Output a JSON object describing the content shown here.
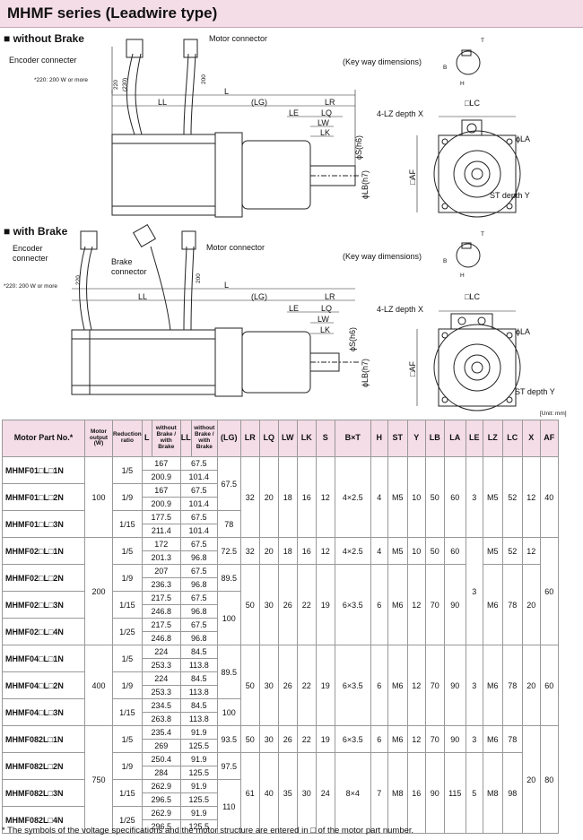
{
  "title": "MHMF series (Leadwire type)",
  "sec_nobrake": "without Brake",
  "sec_brake": "with Brake",
  "lbl": {
    "encoder": "Encoder connecter",
    "encoder1": "Encoder",
    "encoder2": "connecter",
    "motor_conn": "Motor connector",
    "brake1": "Brake",
    "brake2": "connector",
    "keyway": "(Key way dimensions)",
    "note220": "*220: 200 W or more",
    "LL": "LL",
    "LG": "(LG)",
    "LR": "LR",
    "L": "L",
    "LE": "LE",
    "LQ": "LQ",
    "LW": "LW",
    "LK": "LK",
    "S": "ϕS(h6)",
    "LB": "ϕLB(h7)",
    "AF": "□AF",
    "LC": "□LC",
    "LA": "ϕLA",
    "LZ": "4-LZ depth X",
    "ST": "ST depth Y",
    "T": "T",
    "H": "H",
    "B": "B",
    "d220": "220",
    "d230": "(230)",
    "d200": "200"
  },
  "unit": "[Unit: mm]",
  "table": {
    "headers": [
      {
        "k": "part",
        "t": "Motor Part No.*"
      },
      {
        "k": "out",
        "t": "Motor output (W)"
      },
      {
        "k": "ratio",
        "t": "Reduction ratio"
      },
      {
        "k": "L",
        "t": "L"
      },
      {
        "k": "Lsub",
        "t": "without Brake / with Brake"
      },
      {
        "k": "LL",
        "t": "LL"
      },
      {
        "k": "LLsub",
        "t": "without Brake / with Brake"
      },
      {
        "k": "LG",
        "t": "(LG)"
      },
      {
        "k": "LR",
        "t": "LR"
      },
      {
        "k": "LQ",
        "t": "LQ"
      },
      {
        "k": "LW",
        "t": "LW"
      },
      {
        "k": "LK",
        "t": "LK"
      },
      {
        "k": "S",
        "t": "S"
      },
      {
        "k": "BxT",
        "t": "B×T"
      },
      {
        "k": "H",
        "t": "H"
      },
      {
        "k": "ST",
        "t": "ST"
      },
      {
        "k": "Y",
        "t": "Y"
      },
      {
        "k": "LB",
        "t": "LB"
      },
      {
        "k": "LA",
        "t": "LA"
      },
      {
        "k": "LE",
        "t": "LE"
      },
      {
        "k": "LZ",
        "t": "LZ"
      },
      {
        "k": "LC",
        "t": "LC"
      },
      {
        "k": "X",
        "t": "X"
      },
      {
        "k": "AF",
        "t": "AF"
      }
    ],
    "rows": [
      {
        "part": "MHMF01□L□1N",
        "ratio": "1/5",
        "L": [
          "167",
          "200.9"
        ],
        "LL": [
          "67.5",
          "101.4"
        ]
      },
      {
        "part": "MHMF01□L□2N",
        "ratio": "1/9",
        "L": [
          "167",
          "200.9"
        ],
        "LL": [
          "67.5",
          "101.4"
        ]
      },
      {
        "part": "MHMF01□L□3N",
        "ratio": "1/15",
        "L": [
          "177.5",
          "211.4"
        ],
        "LL": [
          "67.5",
          "101.4"
        ]
      },
      {
        "part": "MHMF02□L□1N",
        "ratio": "1/5",
        "L": [
          "172",
          "201.3"
        ],
        "LL": [
          "67.5",
          "96.8"
        ]
      },
      {
        "part": "MHMF02□L□2N",
        "ratio": "1/9",
        "L": [
          "207",
          "236.3"
        ],
        "LL": [
          "67.5",
          "96.8"
        ]
      },
      {
        "part": "MHMF02□L□3N",
        "ratio": "1/15",
        "L": [
          "217.5",
          "246.8"
        ],
        "LL": [
          "67.5",
          "96.8"
        ]
      },
      {
        "part": "MHMF02□L□4N",
        "ratio": "1/25",
        "L": [
          "217.5",
          "246.8"
        ],
        "LL": [
          "67.5",
          "96.8"
        ]
      },
      {
        "part": "MHMF04□L□1N",
        "ratio": "1/5",
        "L": [
          "224",
          "253.3"
        ],
        "LL": [
          "84.5",
          "113.8"
        ]
      },
      {
        "part": "MHMF04□L□2N",
        "ratio": "1/9",
        "L": [
          "224",
          "253.3"
        ],
        "LL": [
          "84.5",
          "113.8"
        ]
      },
      {
        "part": "MHMF04□L□3N",
        "ratio": "1/15",
        "L": [
          "234.5",
          "263.8"
        ],
        "LL": [
          "84.5",
          "113.8"
        ]
      },
      {
        "part": "MHMF082L□1N",
        "ratio": "1/5",
        "L": [
          "235.4",
          "269"
        ],
        "LL": [
          "91.9",
          "125.5"
        ]
      },
      {
        "part": "MHMF082L□2N",
        "ratio": "1/9",
        "L": [
          "250.4",
          "284"
        ],
        "LL": [
          "91.9",
          "125.5"
        ]
      },
      {
        "part": "MHMF082L□3N",
        "ratio": "1/15",
        "L": [
          "262.9",
          "296.5"
        ],
        "LL": [
          "91.9",
          "125.5"
        ]
      },
      {
        "part": "MHMF082L□4N",
        "ratio": "1/25",
        "L": [
          "262.9",
          "296.5"
        ],
        "LL": [
          "91.9",
          "125.5"
        ]
      }
    ],
    "merged": {
      "out": [
        {
          "r": 0,
          "n": 3,
          "v": "100"
        },
        {
          "r": 3,
          "n": 4,
          "v": "200"
        },
        {
          "r": 7,
          "n": 3,
          "v": "400"
        },
        {
          "r": 10,
          "n": 4,
          "v": "750"
        }
      ],
      "LG": [
        {
          "r": 0,
          "n": 2,
          "v": "67.5"
        },
        {
          "r": 2,
          "n": 1,
          "v": "78"
        },
        {
          "r": 3,
          "n": 1,
          "v": "72.5"
        },
        {
          "r": 4,
          "n": 1,
          "v": "89.5"
        },
        {
          "r": 5,
          "n": 2,
          "v": "100"
        },
        {
          "r": 7,
          "n": 2,
          "v": "89.5"
        },
        {
          "r": 9,
          "n": 1,
          "v": "100"
        },
        {
          "r": 10,
          "n": 1,
          "v": "93.5"
        },
        {
          "r": 11,
          "n": 1,
          "v": "97.5"
        },
        {
          "r": 12,
          "n": 2,
          "v": "110"
        }
      ],
      "LR": [
        {
          "r": 0,
          "n": 3,
          "v": "32"
        },
        {
          "r": 3,
          "n": 1,
          "v": "32"
        },
        {
          "r": 4,
          "n": 3,
          "v": "50"
        },
        {
          "r": 7,
          "n": 3,
          "v": "50"
        },
        {
          "r": 10,
          "n": 1,
          "v": "50"
        },
        {
          "r": 11,
          "n": 3,
          "v": "61"
        }
      ],
      "LQ": [
        {
          "r": 0,
          "n": 3,
          "v": "20"
        },
        {
          "r": 3,
          "n": 1,
          "v": "20"
        },
        {
          "r": 4,
          "n": 3,
          "v": "30"
        },
        {
          "r": 7,
          "n": 3,
          "v": "30"
        },
        {
          "r": 10,
          "n": 1,
          "v": "30"
        },
        {
          "r": 11,
          "n": 3,
          "v": "40"
        }
      ],
      "LW": [
        {
          "r": 0,
          "n": 3,
          "v": "18"
        },
        {
          "r": 3,
          "n": 1,
          "v": "18"
        },
        {
          "r": 4,
          "n": 3,
          "v": "26"
        },
        {
          "r": 7,
          "n": 3,
          "v": "26"
        },
        {
          "r": 10,
          "n": 1,
          "v": "26"
        },
        {
          "r": 11,
          "n": 3,
          "v": "35"
        }
      ],
      "LK": [
        {
          "r": 0,
          "n": 3,
          "v": "16"
        },
        {
          "r": 3,
          "n": 1,
          "v": "16"
        },
        {
          "r": 4,
          "n": 3,
          "v": "22"
        },
        {
          "r": 7,
          "n": 3,
          "v": "22"
        },
        {
          "r": 10,
          "n": 1,
          "v": "22"
        },
        {
          "r": 11,
          "n": 3,
          "v": "30"
        }
      ],
      "S": [
        {
          "r": 0,
          "n": 3,
          "v": "12"
        },
        {
          "r": 3,
          "n": 1,
          "v": "12"
        },
        {
          "r": 4,
          "n": 3,
          "v": "19"
        },
        {
          "r": 7,
          "n": 3,
          "v": "19"
        },
        {
          "r": 10,
          "n": 1,
          "v": "19"
        },
        {
          "r": 11,
          "n": 3,
          "v": "24"
        }
      ],
      "BxT": [
        {
          "r": 0,
          "n": 3,
          "v": "4×2.5"
        },
        {
          "r": 3,
          "n": 1,
          "v": "4×2.5"
        },
        {
          "r": 4,
          "n": 3,
          "v": "6×3.5"
        },
        {
          "r": 7,
          "n": 3,
          "v": "6×3.5"
        },
        {
          "r": 10,
          "n": 1,
          "v": "6×3.5"
        },
        {
          "r": 11,
          "n": 3,
          "v": "8×4"
        }
      ],
      "H": [
        {
          "r": 0,
          "n": 3,
          "v": "4"
        },
        {
          "r": 3,
          "n": 1,
          "v": "4"
        },
        {
          "r": 4,
          "n": 3,
          "v": "6"
        },
        {
          "r": 7,
          "n": 3,
          "v": "6"
        },
        {
          "r": 10,
          "n": 1,
          "v": "6"
        },
        {
          "r": 11,
          "n": 3,
          "v": "7"
        }
      ],
      "ST": [
        {
          "r": 0,
          "n": 3,
          "v": "M5"
        },
        {
          "r": 3,
          "n": 1,
          "v": "M5"
        },
        {
          "r": 4,
          "n": 3,
          "v": "M6"
        },
        {
          "r": 7,
          "n": 3,
          "v": "M6"
        },
        {
          "r": 10,
          "n": 1,
          "v": "M6"
        },
        {
          "r": 11,
          "n": 3,
          "v": "M8"
        }
      ],
      "Y": [
        {
          "r": 0,
          "n": 3,
          "v": "10"
        },
        {
          "r": 3,
          "n": 1,
          "v": "10"
        },
        {
          "r": 4,
          "n": 3,
          "v": "12"
        },
        {
          "r": 7,
          "n": 3,
          "v": "12"
        },
        {
          "r": 10,
          "n": 1,
          "v": "12"
        },
        {
          "r": 11,
          "n": 3,
          "v": "16"
        }
      ],
      "LB": [
        {
          "r": 0,
          "n": 3,
          "v": "50"
        },
        {
          "r": 3,
          "n": 1,
          "v": "50"
        },
        {
          "r": 4,
          "n": 3,
          "v": "70"
        },
        {
          "r": 7,
          "n": 3,
          "v": "70"
        },
        {
          "r": 10,
          "n": 1,
          "v": "70"
        },
        {
          "r": 11,
          "n": 3,
          "v": "90"
        }
      ],
      "LA": [
        {
          "r": 0,
          "n": 3,
          "v": "60"
        },
        {
          "r": 3,
          "n": 1,
          "v": "60"
        },
        {
          "r": 4,
          "n": 3,
          "v": "90"
        },
        {
          "r": 7,
          "n": 3,
          "v": "90"
        },
        {
          "r": 10,
          "n": 1,
          "v": "90"
        },
        {
          "r": 11,
          "n": 3,
          "v": "115"
        }
      ],
      "LE": [
        {
          "r": 0,
          "n": 3,
          "v": "3"
        },
        {
          "r": 3,
          "n": 4,
          "v": "3"
        },
        {
          "r": 7,
          "n": 3,
          "v": "3"
        },
        {
          "r": 10,
          "n": 1,
          "v": "3"
        },
        {
          "r": 11,
          "n": 3,
          "v": "5"
        }
      ],
      "LZ": [
        {
          "r": 0,
          "n": 3,
          "v": "M5"
        },
        {
          "r": 3,
          "n": 1,
          "v": "M5"
        },
        {
          "r": 4,
          "n": 3,
          "v": "M6"
        },
        {
          "r": 7,
          "n": 3,
          "v": "M6"
        },
        {
          "r": 10,
          "n": 1,
          "v": "M6"
        },
        {
          "r": 11,
          "n": 3,
          "v": "M8"
        }
      ],
      "LC": [
        {
          "r": 0,
          "n": 3,
          "v": "52"
        },
        {
          "r": 3,
          "n": 1,
          "v": "52"
        },
        {
          "r": 4,
          "n": 3,
          "v": "78"
        },
        {
          "r": 7,
          "n": 3,
          "v": "78"
        },
        {
          "r": 10,
          "n": 1,
          "v": "78"
        },
        {
          "r": 11,
          "n": 3,
          "v": "98"
        }
      ],
      "X": [
        {
          "r": 0,
          "n": 3,
          "v": "12"
        },
        {
          "r": 3,
          "n": 1,
          "v": "12"
        },
        {
          "r": 4,
          "n": 3,
          "v": "20"
        },
        {
          "r": 7,
          "n": 3,
          "v": "20"
        },
        {
          "r": 10,
          "n": 4,
          "v": "20"
        }
      ],
      "AF": [
        {
          "r": 0,
          "n": 3,
          "v": "40"
        },
        {
          "r": 3,
          "n": 4,
          "v": "60"
        },
        {
          "r": 7,
          "n": 3,
          "v": "60"
        },
        {
          "r": 10,
          "n": 4,
          "v": "80"
        }
      ]
    }
  },
  "footnote": "* The symbols of the voltage specifications and the motor structure are entered in □ of the motor part number."
}
